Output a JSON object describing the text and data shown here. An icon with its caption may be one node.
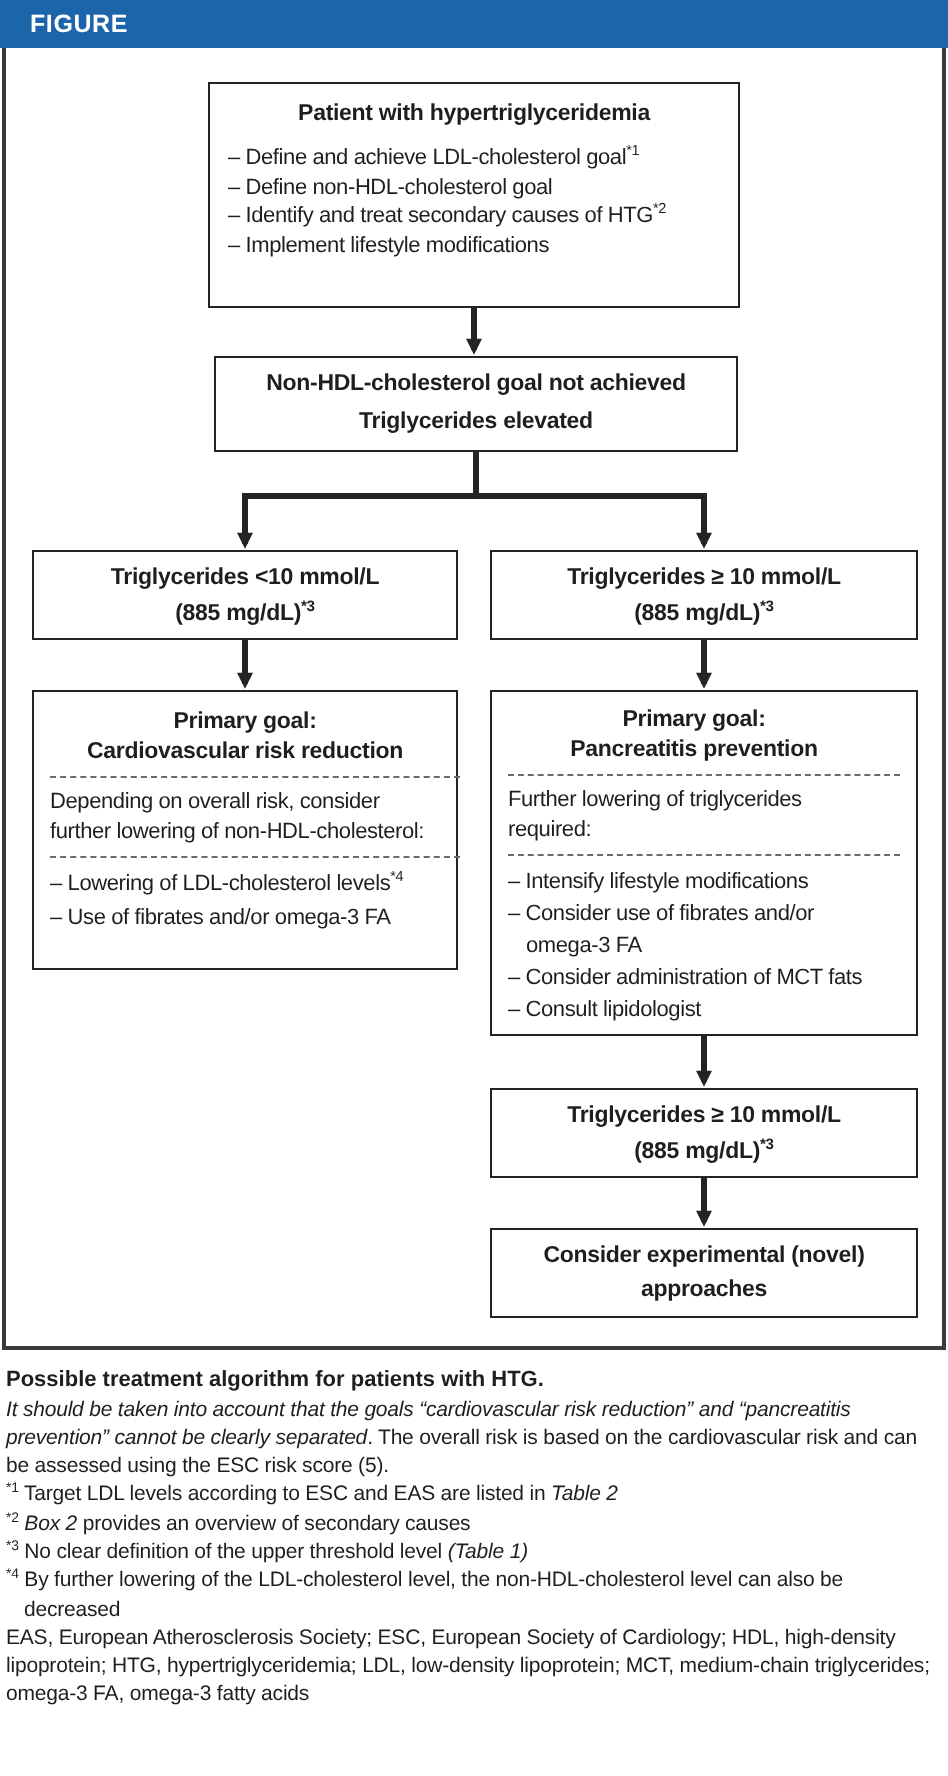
{
  "diagram": {
    "title": "FIGURE",
    "caption": "Possible treatment algorithm for patients with HTG.",
    "nodes": [
      {
        "text": [
          "Patient with hypertriglyceridemia",
          "– Define and achieve LDL-cholesterol goal$^{*1}$",
          "– Define non-HDL-cholesterol goal",
          "– Identify and treat secondary causes of HTG$^{*2}$",
          "– Implement lifestyle modifications"
        ]
      },
      {
        "text": [
          "Non-HDL-cholesterol goal not achieved",
          "Triglycerides elevated"
        ]
      },
      {
        "text": [
          "Triglycerides <10 mmol/L",
          "(885 mg/dL)$^{*3}$"
        ]
      },
      {
        "text": [
          "Triglycerides ≥ 10 mmol/L",
          "(885 mg/dL)$^{*3}$"
        ]
      },
      {
        "text": [
          "Primary goal:",
          "Cardiovascular risk reduction",
          "Depending on overall risk, consider further lowering of non-HDL-cholesterol:",
          "– Lowering of LDL-cholesterol levels$^{*4}$",
          "– Use of fibrates and/or omega-3 FA"
        ]
      },
      {
        "text": [
          "Primary goal:",
          "Pancreatitis prevention",
          "Further lowering of triglycerides required:",
          "– Intensify lifestyle modifications",
          "– Consider use of fibrates and/or omega-3 FA",
          "– Consider administration of MCT fats",
          "– Consult lipidologist"
        ]
      },
      {
        "text": [
          "Triglycerides ≥ 10 mmol/L",
          "(885 mg/dL)$^{*3}$"
        ]
      },
      {
        "text": [
          "Consider experimental (novel) approaches"
        ]
      }
    ],
    "edges": [
      {
        "from": 0,
        "to": 1,
        "arrow": "to"
      },
      {
        "from": 1,
        "to": 2,
        "arrow": "to"
      },
      {
        "from": 1,
        "to": 3,
        "arrow": "to"
      },
      {
        "from": 2,
        "to": 4,
        "arrow": "to"
      },
      {
        "from": 3,
        "to": 5,
        "arrow": "to"
      },
      {
        "from": 5,
        "to": 6,
        "arrow": "to"
      },
      {
        "from": 6,
        "to": 7,
        "arrow": "to"
      }
    ],
    "labels": [
      "*It should be taken into account that the goals “cardiovascular risk reduction” and “pancreatitis prevention” cannot be clearly separated*. The overall risk is based on the cardiovascular risk and can be assessed using the ESC risk score (5).",
      "$^{*1}$ Target LDL levels according to ESC and EAS are listed in *Table 2*",
      "$^{*2}$ *Box 2* provides an overview of secondary causes",
      "$^{*3}$ No clear definition of the upper threshold level *(Table 1)*",
      "$^{*4}$ By further lowering of the LDL-cholesterol level, the non-HDL-cholesterol level can also be decreased",
      "EAS, European Atherosclerosis Society; ESC, European Society of Cardiology; HDL, high-density lipoprotein; HTG, hypertriglyceridemia; LDL, low-density lipoprotein; MCT, medium-chain triglycerides; omega-3 FA, omega-3 fatty acids"
    ]
  }
}
